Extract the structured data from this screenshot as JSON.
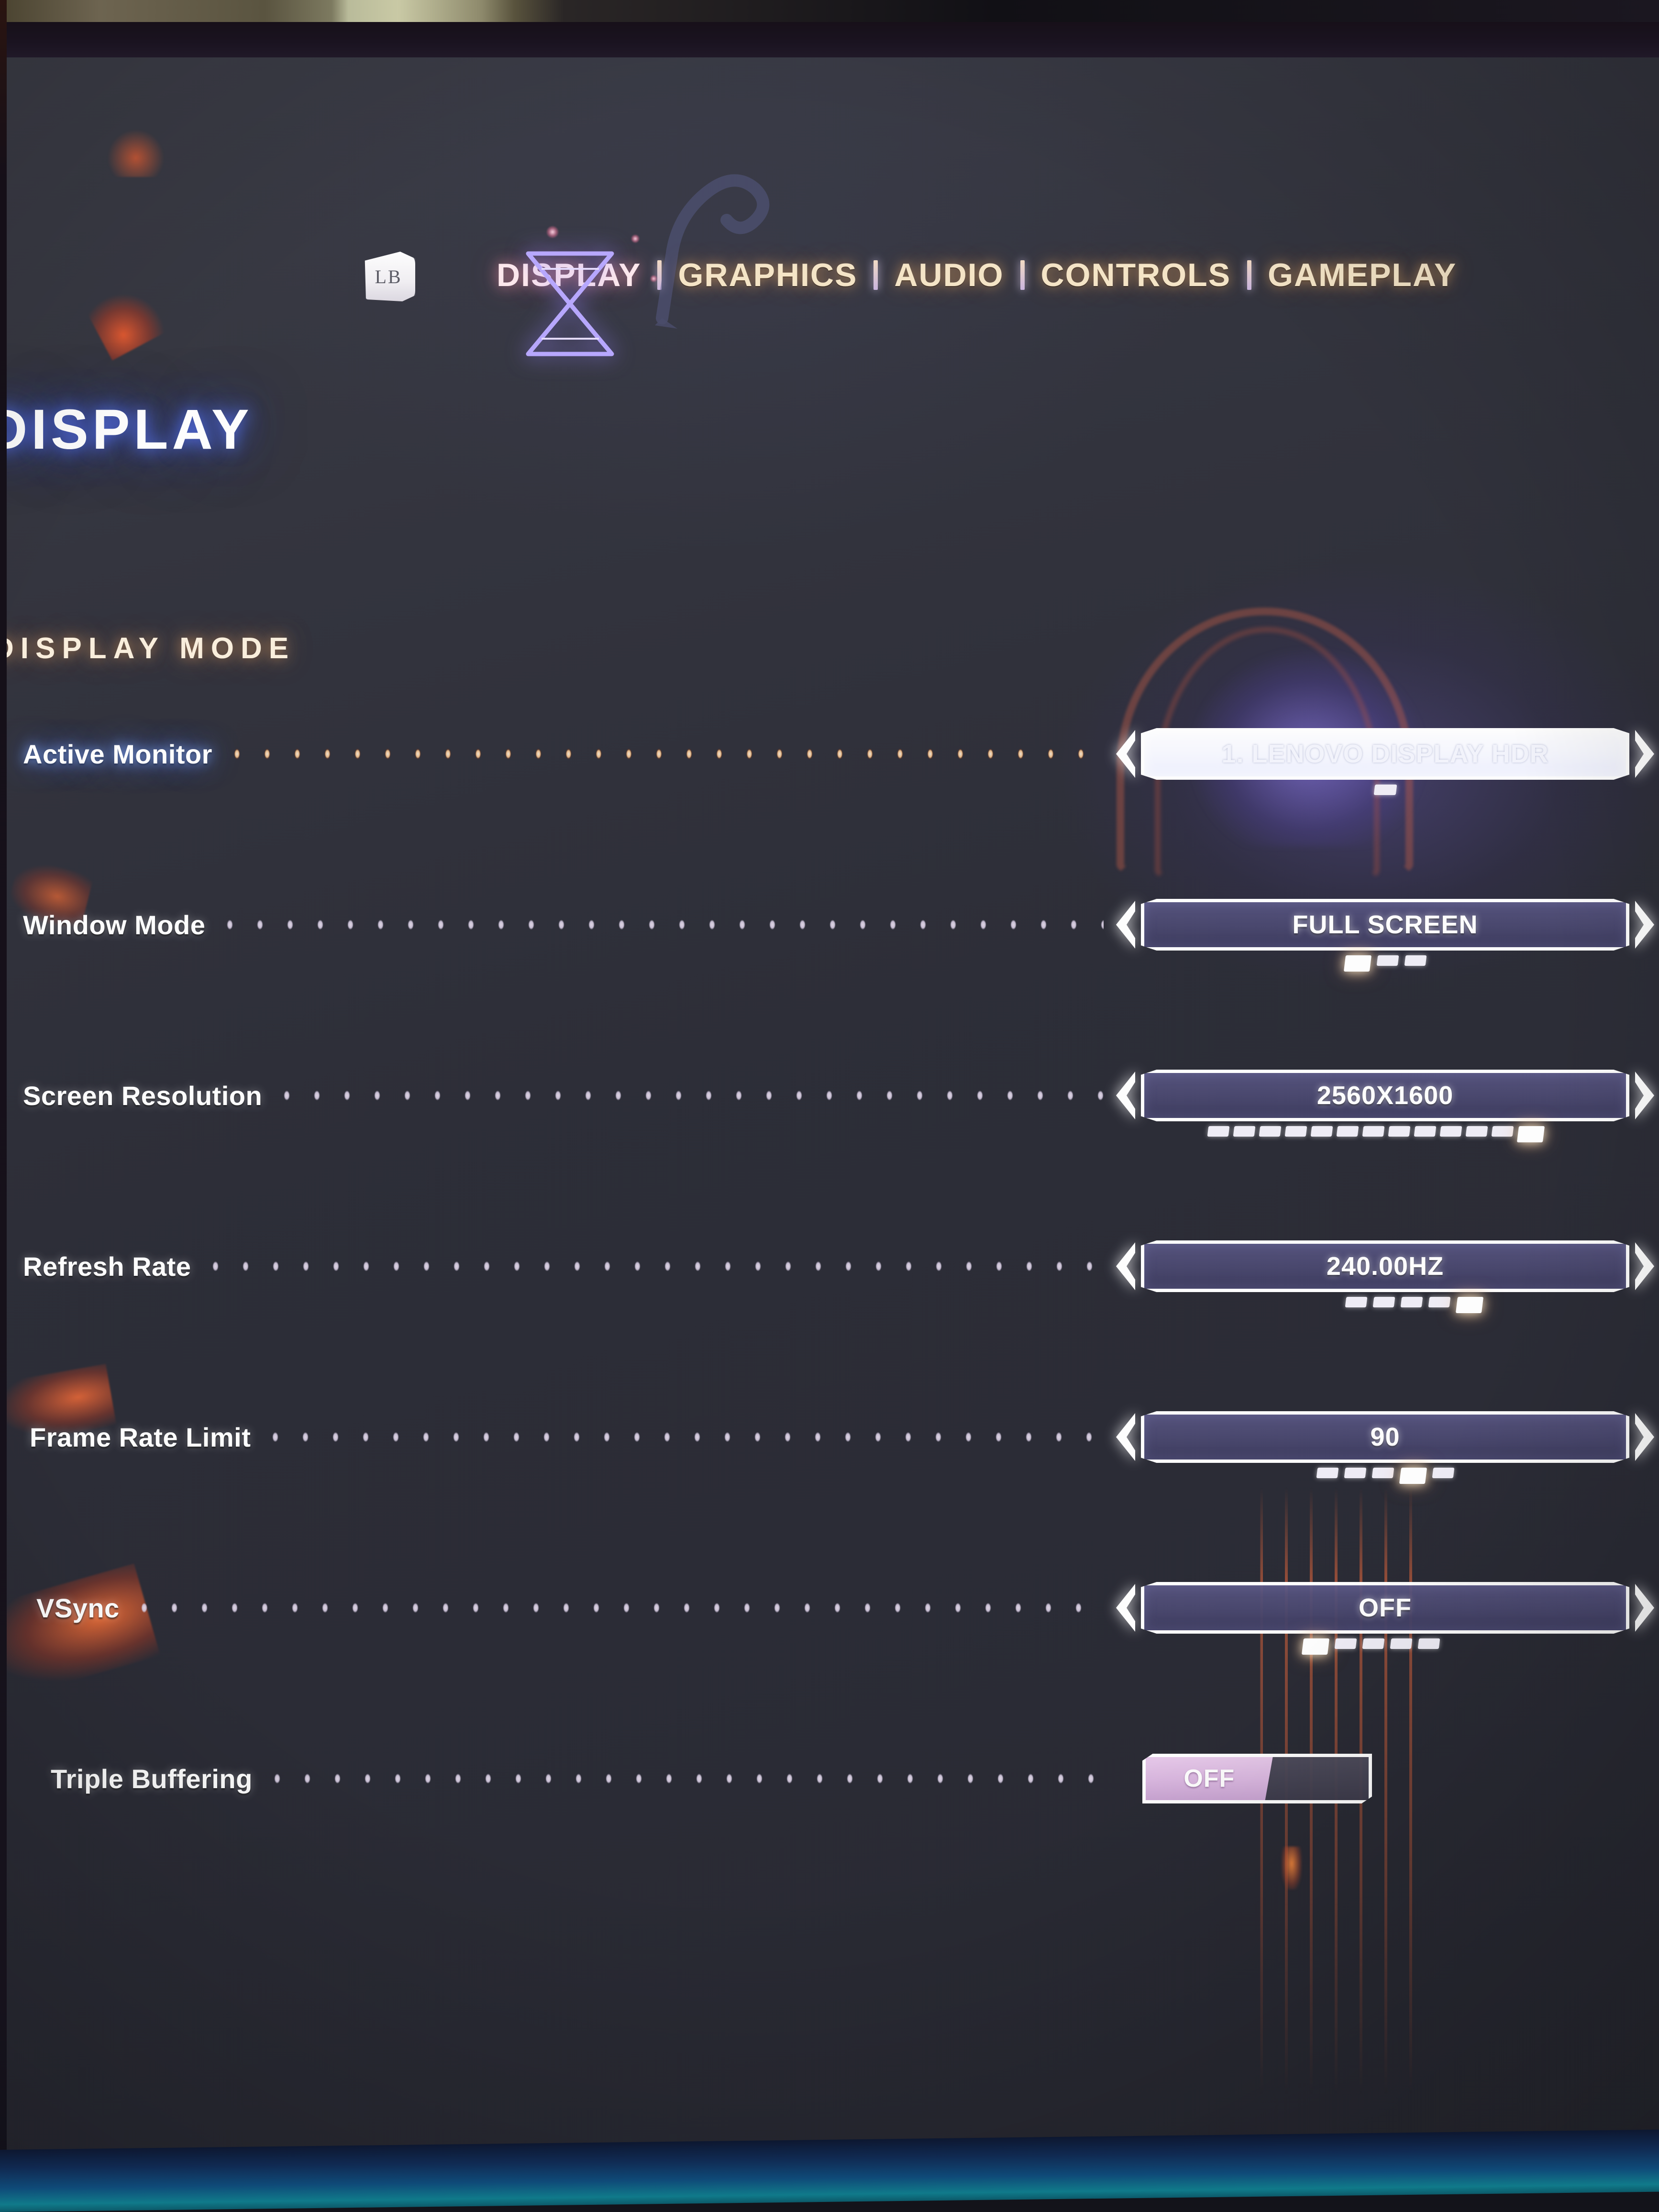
{
  "header": {
    "shoulder_button": "LB",
    "tabs": [
      {
        "label": "DISPLAY",
        "active": true
      },
      {
        "label": "GRAPHICS",
        "active": false
      },
      {
        "label": "AUDIO",
        "active": false
      },
      {
        "label": "CONTROLS",
        "active": false
      },
      {
        "label": "GAMEPLAY",
        "active": false
      }
    ],
    "separator": "|",
    "logo_icon": "hourglass-icon"
  },
  "page": {
    "title": "DISPLAY",
    "section_title": "DISPLAY MODE"
  },
  "colors": {
    "tab_accent": "#f6e6c8",
    "tab_active": "#ffe9ee",
    "title_glow": "#4a78ff",
    "value_box_fill": "#55527f",
    "value_box_border": "#ffffff",
    "toggle_thumb": "#d9b6df",
    "ember": "#ff6e32",
    "screen_bg": "#2c2d37"
  },
  "settings": [
    {
      "label": "Active Monitor",
      "value": "1. LENOVO DISPLAY HDR",
      "control": "stepper",
      "selected": true,
      "tick_count": 1,
      "tick_active_index": 0
    },
    {
      "label": "Window Mode",
      "value": "FULL SCREEN",
      "control": "stepper",
      "selected": false,
      "tick_count": 3,
      "tick_active_index": 0
    },
    {
      "label": "Screen Resolution",
      "value": "2560X1600",
      "control": "stepper",
      "selected": false,
      "tick_count": 13,
      "tick_active_index": 12
    },
    {
      "label": "Refresh Rate",
      "value": "240.00HZ",
      "control": "stepper",
      "selected": false,
      "tick_count": 5,
      "tick_active_index": 4
    },
    {
      "label": "Frame Rate Limit",
      "value": "90",
      "control": "stepper",
      "selected": false,
      "tick_count": 5,
      "tick_active_index": 3
    },
    {
      "label": "VSync",
      "value": "OFF",
      "control": "stepper",
      "selected": false,
      "tick_count": 5,
      "tick_active_index": 0
    },
    {
      "label": "Triple Buffering",
      "value": "OFF",
      "control": "toggle",
      "selected": false,
      "tick_count": 0,
      "tick_active_index": -1
    }
  ]
}
